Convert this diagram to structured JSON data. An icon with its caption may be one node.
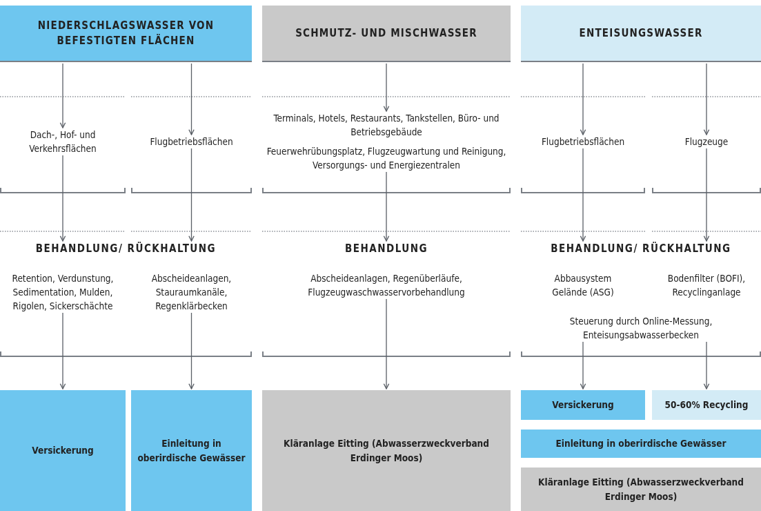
{
  "diagram": {
    "nodes": [
      {
        "text": [
          "NIEDERSCHLAGSWASSER VON BEFESTIGTEN FLÄCHEN"
        ]
      },
      {
        "text": [
          "SCHMUTZ- UND MISCHWASSER"
        ]
      },
      {
        "text": [
          "ENTEISUNGSWASSER"
        ]
      },
      {
        "text": [
          "Dach-, Hof- und Verkehrsflächen"
        ]
      },
      {
        "text": [
          "Flugbetriebsflächen"
        ]
      },
      {
        "text": [
          "Terminals, Hotels, Restaurants, Tankstellen, Büro- und Betriebsgebäude",
          "Feuerwehrübungsplatz, Flugzeugwartung und Reinigung, Versorgungs- und Energiezentralen"
        ]
      },
      {
        "text": [
          "Flugbetriebsflächen"
        ]
      },
      {
        "text": [
          "Flugzeuge"
        ]
      },
      {
        "text": [
          "BEHANDLUNG/ RÜCKHALTUNG"
        ]
      },
      {
        "text": [
          "Retention, Verdunstung, Sedimentation, Mulden, Rigolen, Sickerschächte"
        ],
        "in": 8
      },
      {
        "text": [
          "Abscheideanlagen, Stauraumkanäle, Regenklärbecken"
        ],
        "in": 8
      },
      {
        "text": [
          "BEHANDLUNG"
        ]
      },
      {
        "text": [
          "Abscheideanlagen, Regenüberläufe, Flugzeugwaschwasservorbehandlung"
        ],
        "in": 11
      },
      {
        "text": [
          "BEHANDLUNG/ RÜCKHALTUNG"
        ]
      },
      {
        "text": [
          "Abbausystem Gelände (ASG)"
        ],
        "in": 13
      },
      {
        "text": [
          "Bodenfilter (BOFI), Recyclinganlage"
        ],
        "in": 13
      },
      {
        "text": [
          "Steuerung durch Online-Messung, Enteisungsabwasserbecken"
        ],
        "in": 13
      },
      {
        "text": [
          "Versickerung"
        ]
      },
      {
        "text": [
          "Einleitung in oberirdische Gewässer"
        ]
      },
      {
        "text": [
          "Kläranlage Eitting (Abwasserzweckverband Erdinger Moos)"
        ]
      },
      {
        "text": [
          "Versickerung"
        ]
      },
      {
        "text": [
          "50-60% Recycling"
        ]
      },
      {
        "text": [
          "Einleitung in oberirdische Gewässer"
        ]
      },
      {
        "text": [
          "Kläranlage Eitting (Abwasserzweckverband Erdinger Moos)"
        ]
      }
    ],
    "edges": [
      {
        "from": 0,
        "to": 3,
        "arrow": "to"
      },
      {
        "from": 0,
        "to": 4,
        "arrow": "to"
      },
      {
        "from": 1,
        "to": 5,
        "arrow": "to"
      },
      {
        "from": 2,
        "to": 6,
        "arrow": "to"
      },
      {
        "from": 2,
        "to": 7,
        "arrow": "to"
      },
      {
        "from": 3,
        "to": 8,
        "arrow": "to"
      },
      {
        "from": 4,
        "to": 8,
        "arrow": "to"
      },
      {
        "from": 5,
        "to": 11,
        "arrow": "to"
      },
      {
        "from": 6,
        "to": 13,
        "arrow": "to"
      },
      {
        "from": 7,
        "to": 13,
        "arrow": "to"
      },
      {
        "from": 8,
        "to": 17,
        "arrow": "to"
      },
      {
        "from": 8,
        "to": 18,
        "arrow": "to"
      },
      {
        "from": 11,
        "to": 19,
        "arrow": "to"
      },
      {
        "from": 13,
        "to": 20,
        "arrow": "to"
      },
      {
        "from": 13,
        "to": 21,
        "arrow": "to"
      }
    ]
  }
}
